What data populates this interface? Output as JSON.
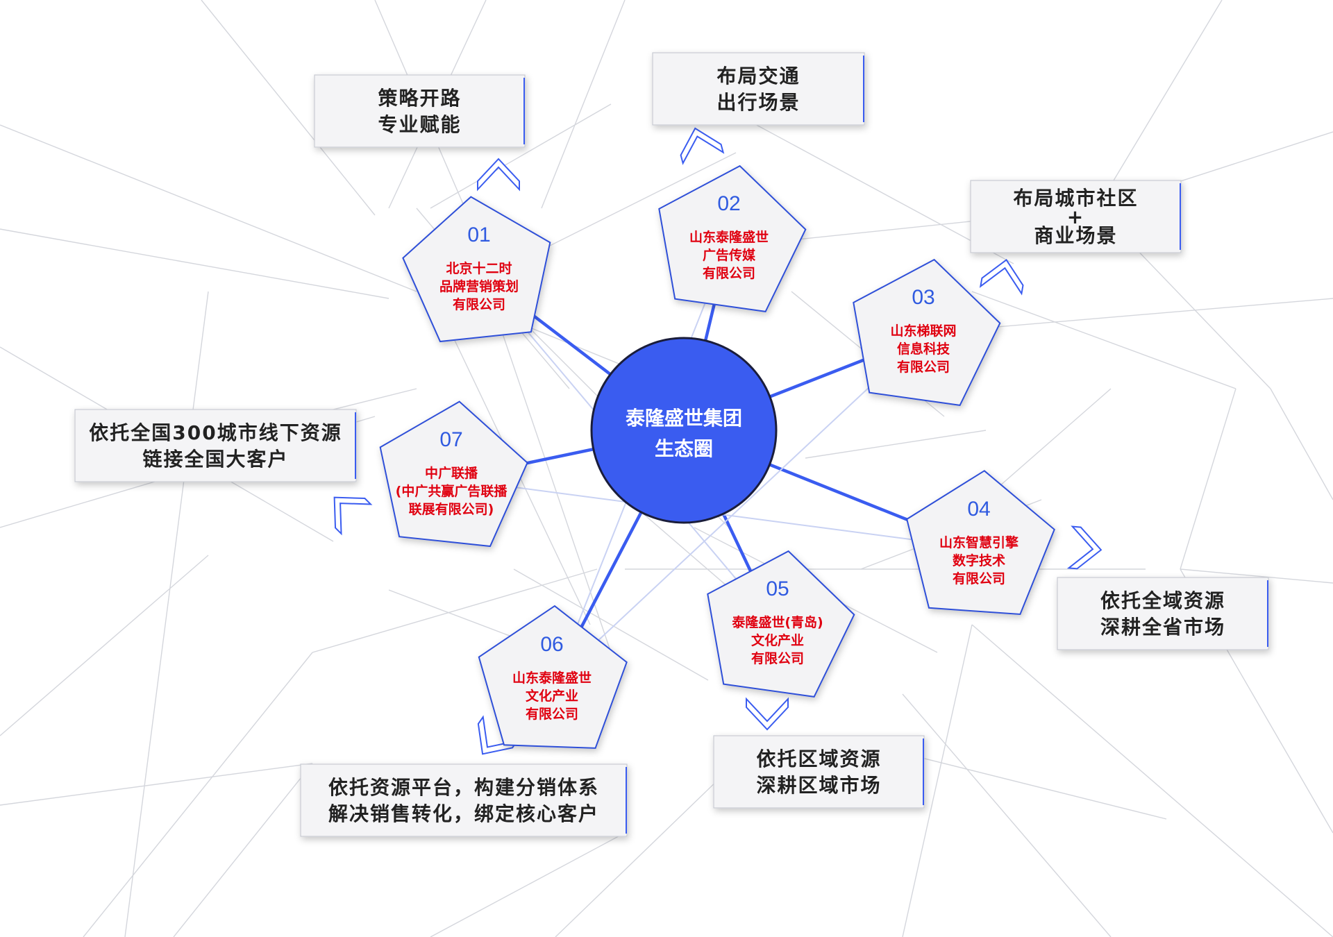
{
  "hub": {
    "lines": [
      "泰隆盛世集团",
      "生态圈"
    ]
  },
  "nodes": [
    {
      "number": "01",
      "lines": [
        "北京十二时",
        "品牌营销策划",
        "有限公司"
      ],
      "label": [
        "策略开路",
        "专业赋能"
      ]
    },
    {
      "number": "02",
      "lines": [
        "山东泰隆盛世",
        "广告传媒",
        "有限公司"
      ],
      "label": [
        "布局交通",
        "出行场景"
      ]
    },
    {
      "number": "03",
      "lines": [
        "山东梯联网",
        "信息科技",
        "有限公司"
      ],
      "label": [
        "布局城市社区",
        "+",
        "商业场景"
      ]
    },
    {
      "number": "04",
      "lines": [
        "山东智慧引擎",
        "数字技术",
        "有限公司"
      ],
      "label": [
        "依托全域资源",
        "深耕全省市场"
      ]
    },
    {
      "number": "05",
      "lines": [
        "泰隆盛世(青岛)",
        "文化产业",
        "有限公司"
      ],
      "label": [
        "依托区域资源",
        "深耕区域市场"
      ]
    },
    {
      "number": "06",
      "lines": [
        "山东泰隆盛世",
        "文化产业",
        "有限公司"
      ],
      "label": [
        "依托资源平台，构建分销体系",
        "解决销售转化，绑定核心客户"
      ]
    },
    {
      "number": "07",
      "lines": [
        "中广联播",
        "(中广共赢广告联播",
        "联展有限公司)"
      ],
      "label": [
        "依托全国300城市线下资源",
        "链接全国大客户"
      ]
    }
  ]
}
